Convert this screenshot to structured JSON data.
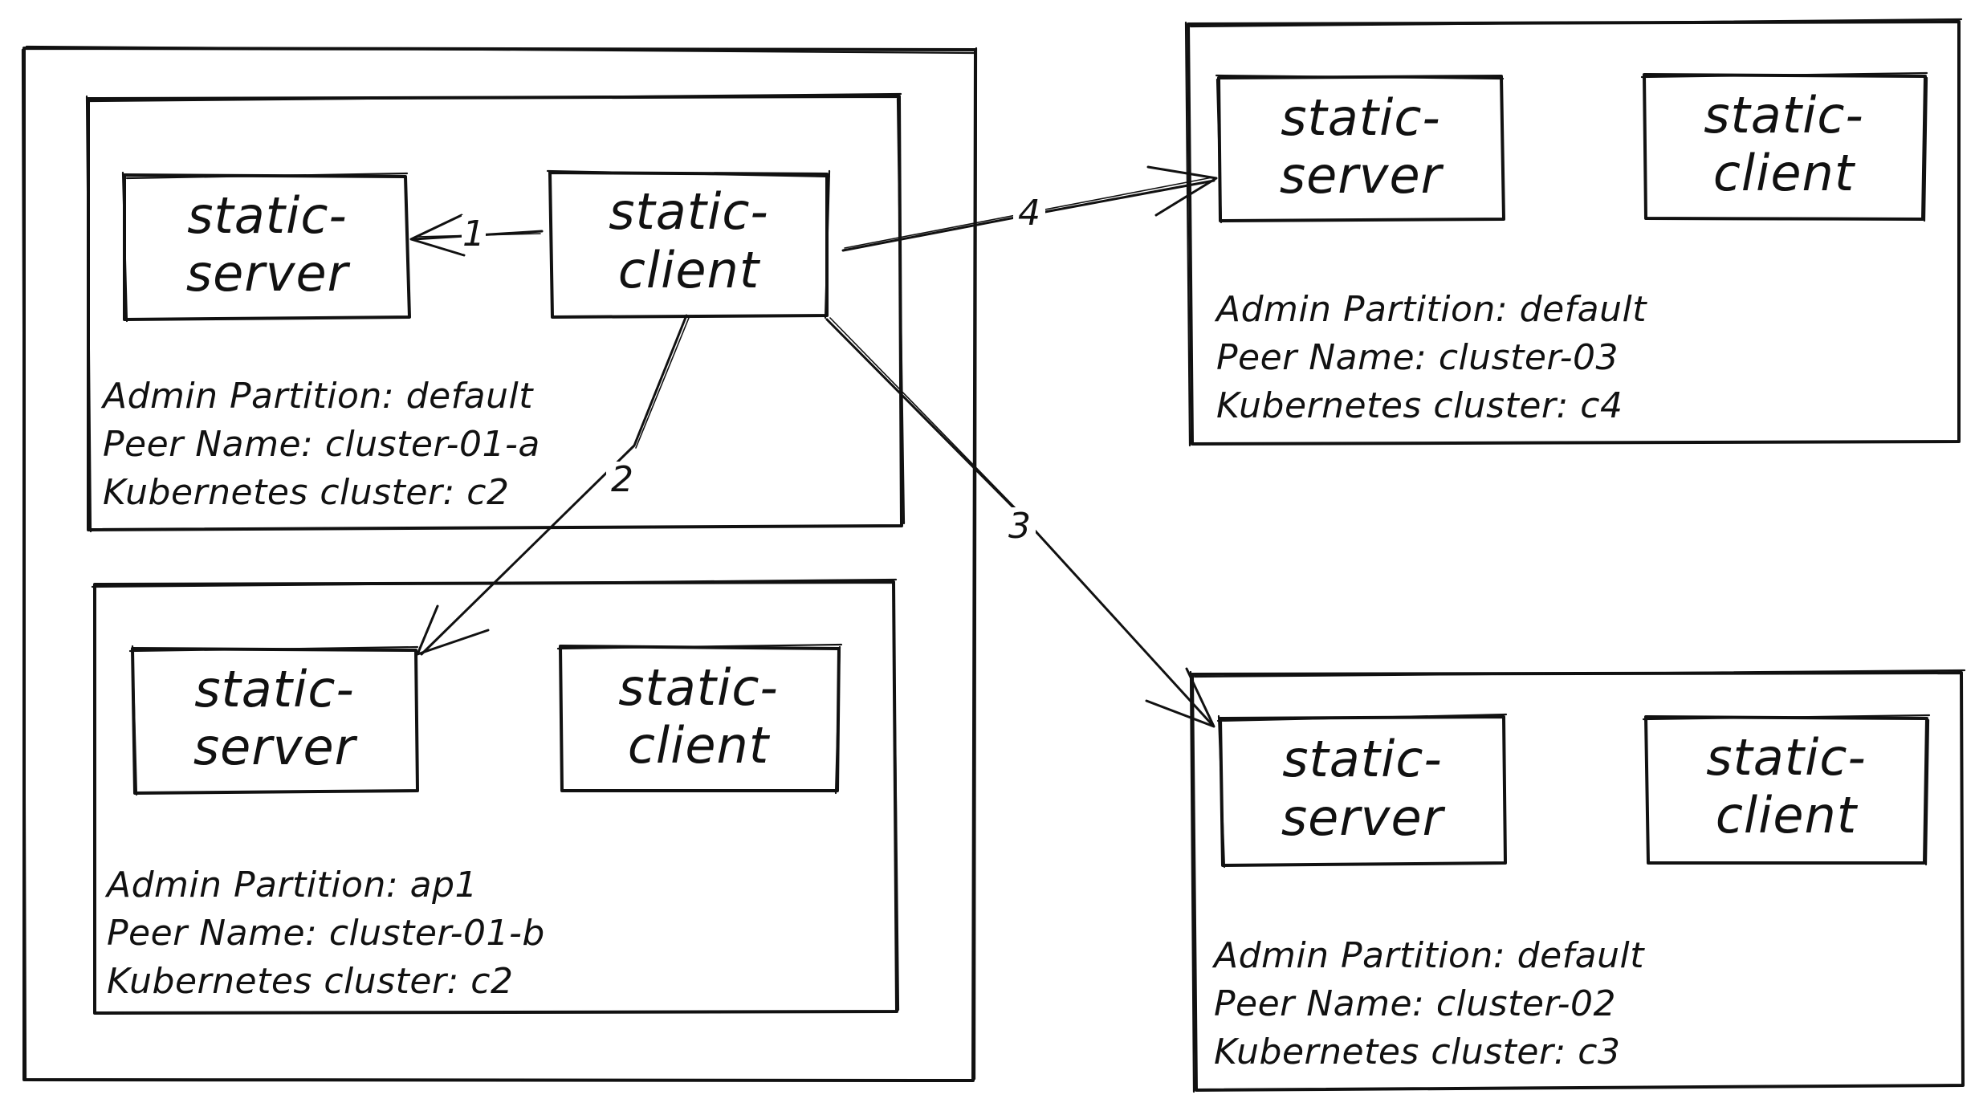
{
  "clusters": [
    {
      "id": "c2-group",
      "partitions": [
        {
          "id": "cluster-01-a",
          "services": [
            {
              "id": "a-server",
              "line1": "static-",
              "line2": "server"
            },
            {
              "id": "a-client",
              "line1": "static-",
              "line2": "client"
            }
          ],
          "info": [
            "Admin Partition: default",
            "Peer Name: cluster-01-a",
            "Kubernetes cluster: c2"
          ]
        },
        {
          "id": "cluster-01-b",
          "services": [
            {
              "id": "b-server",
              "line1": "static-",
              "line2": "server"
            },
            {
              "id": "b-client",
              "line1": "static-",
              "line2": "client"
            }
          ],
          "info": [
            "Admin Partition: ap1",
            "Peer Name: cluster-01-b",
            "Kubernetes cluster: c2"
          ]
        }
      ]
    },
    {
      "id": "c4-group",
      "partitions": [
        {
          "id": "cluster-03",
          "services": [
            {
              "id": "c4-server",
              "line1": "static-",
              "line2": "server"
            },
            {
              "id": "c4-client",
              "line1": "static-",
              "line2": "client"
            }
          ],
          "info": [
            "Admin Partition: default",
            "Peer Name: cluster-03",
            "Kubernetes cluster: c4"
          ]
        }
      ]
    },
    {
      "id": "c3-group",
      "partitions": [
        {
          "id": "cluster-02",
          "services": [
            {
              "id": "c3-server",
              "line1": "static-",
              "line2": "server"
            },
            {
              "id": "c3-client",
              "line1": "static-",
              "line2": "client"
            }
          ],
          "info": [
            "Admin Partition: default",
            "Peer Name: cluster-02",
            "Kubernetes cluster: c3"
          ]
        }
      ]
    }
  ],
  "edges": [
    {
      "id": "edge-1",
      "label": "1",
      "from": "a-client",
      "to": "a-server"
    },
    {
      "id": "edge-2",
      "label": "2",
      "from": "a-client",
      "to": "b-server"
    },
    {
      "id": "edge-3",
      "label": "3",
      "from": "a-client",
      "to": "c3-server"
    },
    {
      "id": "edge-4",
      "label": "4",
      "from": "a-client",
      "to": "c4-server"
    }
  ],
  "colors": {
    "stroke": "#111111",
    "background": "#ffffff"
  }
}
